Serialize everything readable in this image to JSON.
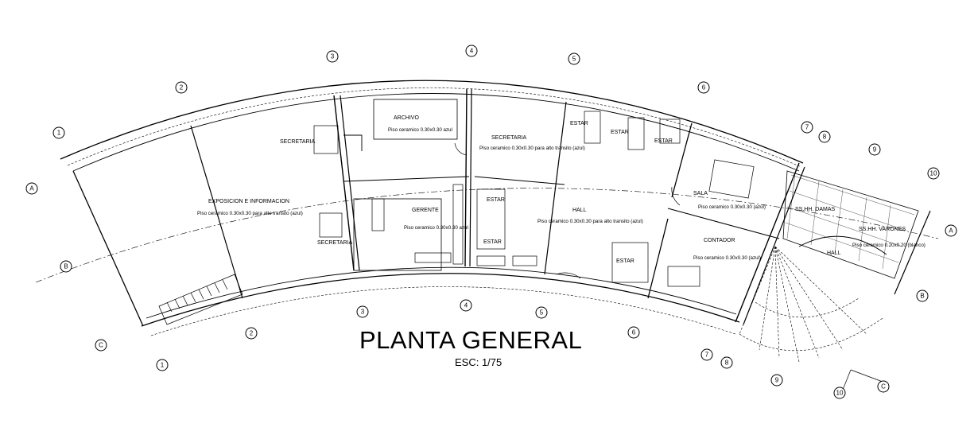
{
  "title": "PLANTA GENERAL",
  "scale": "ESC: 1/75",
  "rooms": [
    {
      "name": "EXPOSICION E INFORMACION",
      "floor": "Piso ceramico 0.30x0.30 para alto transito (azul)"
    },
    {
      "name": "SECRETARIA",
      "floor": ""
    },
    {
      "name": "ARCHIVO",
      "floor": "Piso ceramico 0.30x0.30 azul"
    },
    {
      "name": "SECRETARIA",
      "floor": "Piso ceramico 0.30x0.30 para alto transito (azul)"
    },
    {
      "name": "ESTAR",
      "floor": ""
    },
    {
      "name": "ESTAR",
      "floor": ""
    },
    {
      "name": "ESTAR",
      "floor": ""
    },
    {
      "name": "SALA",
      "floor": "Piso ceramico 0.30x0.30 (azul)"
    },
    {
      "name": "GERENTE",
      "floor": "Piso ceramico 0.30x0.30 azul"
    },
    {
      "name": "ESTAR",
      "floor": ""
    },
    {
      "name": "ESTAR",
      "floor": ""
    },
    {
      "name": "HALL",
      "floor": "Piso ceramico 0.30x0.30 para alto transito (azul)"
    },
    {
      "name": "ESTAR",
      "floor": ""
    },
    {
      "name": "SECRETARIA",
      "floor": ""
    },
    {
      "name": "CONTADOR",
      "floor": "Piso ceramico 0.30x0.30 (azul)"
    },
    {
      "name": "HALL",
      "floor": ""
    },
    {
      "name": "SS.HH. DAMAS",
      "floor": ""
    },
    {
      "name": "SS.HH. VARONES",
      "floor": "Piso ceramico 0.20x0.20 (blanco)"
    }
  ],
  "axes": {
    "top": [
      "3",
      "4",
      "5",
      "6"
    ],
    "left_top": [
      "1",
      "2"
    ],
    "right": [
      "7",
      "8",
      "9",
      "10"
    ],
    "bottom": [
      "1",
      "2",
      "3",
      "4",
      "5",
      "6",
      "7",
      "8",
      "9",
      "10"
    ],
    "letters": [
      "A",
      "B",
      "C",
      "A",
      "B",
      "C"
    ]
  }
}
